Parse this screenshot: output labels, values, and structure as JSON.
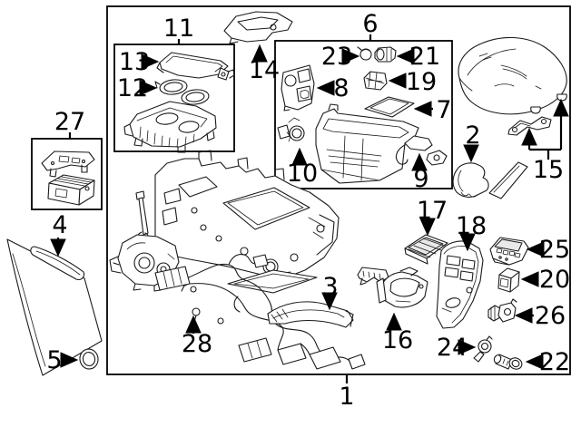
{
  "diagram": {
    "colors": {
      "background": "#ffffff",
      "line": "#1a1a1a",
      "callout": "#000000"
    },
    "callouts": [
      {
        "number": "1"
      },
      {
        "number": "2"
      },
      {
        "number": "3"
      },
      {
        "number": "4"
      },
      {
        "number": "5"
      },
      {
        "number": "6"
      },
      {
        "number": "7"
      },
      {
        "number": "8"
      },
      {
        "number": "9"
      },
      {
        "number": "10"
      },
      {
        "number": "11"
      },
      {
        "number": "12"
      },
      {
        "number": "13"
      },
      {
        "number": "14"
      },
      {
        "number": "15"
      },
      {
        "number": "16"
      },
      {
        "number": "17"
      },
      {
        "number": "18"
      },
      {
        "number": "19"
      },
      {
        "number": "20"
      },
      {
        "number": "21"
      },
      {
        "number": "22"
      },
      {
        "number": "23"
      },
      {
        "number": "24"
      },
      {
        "number": "25"
      },
      {
        "number": "26"
      },
      {
        "number": "27"
      },
      {
        "number": "28"
      }
    ]
  }
}
